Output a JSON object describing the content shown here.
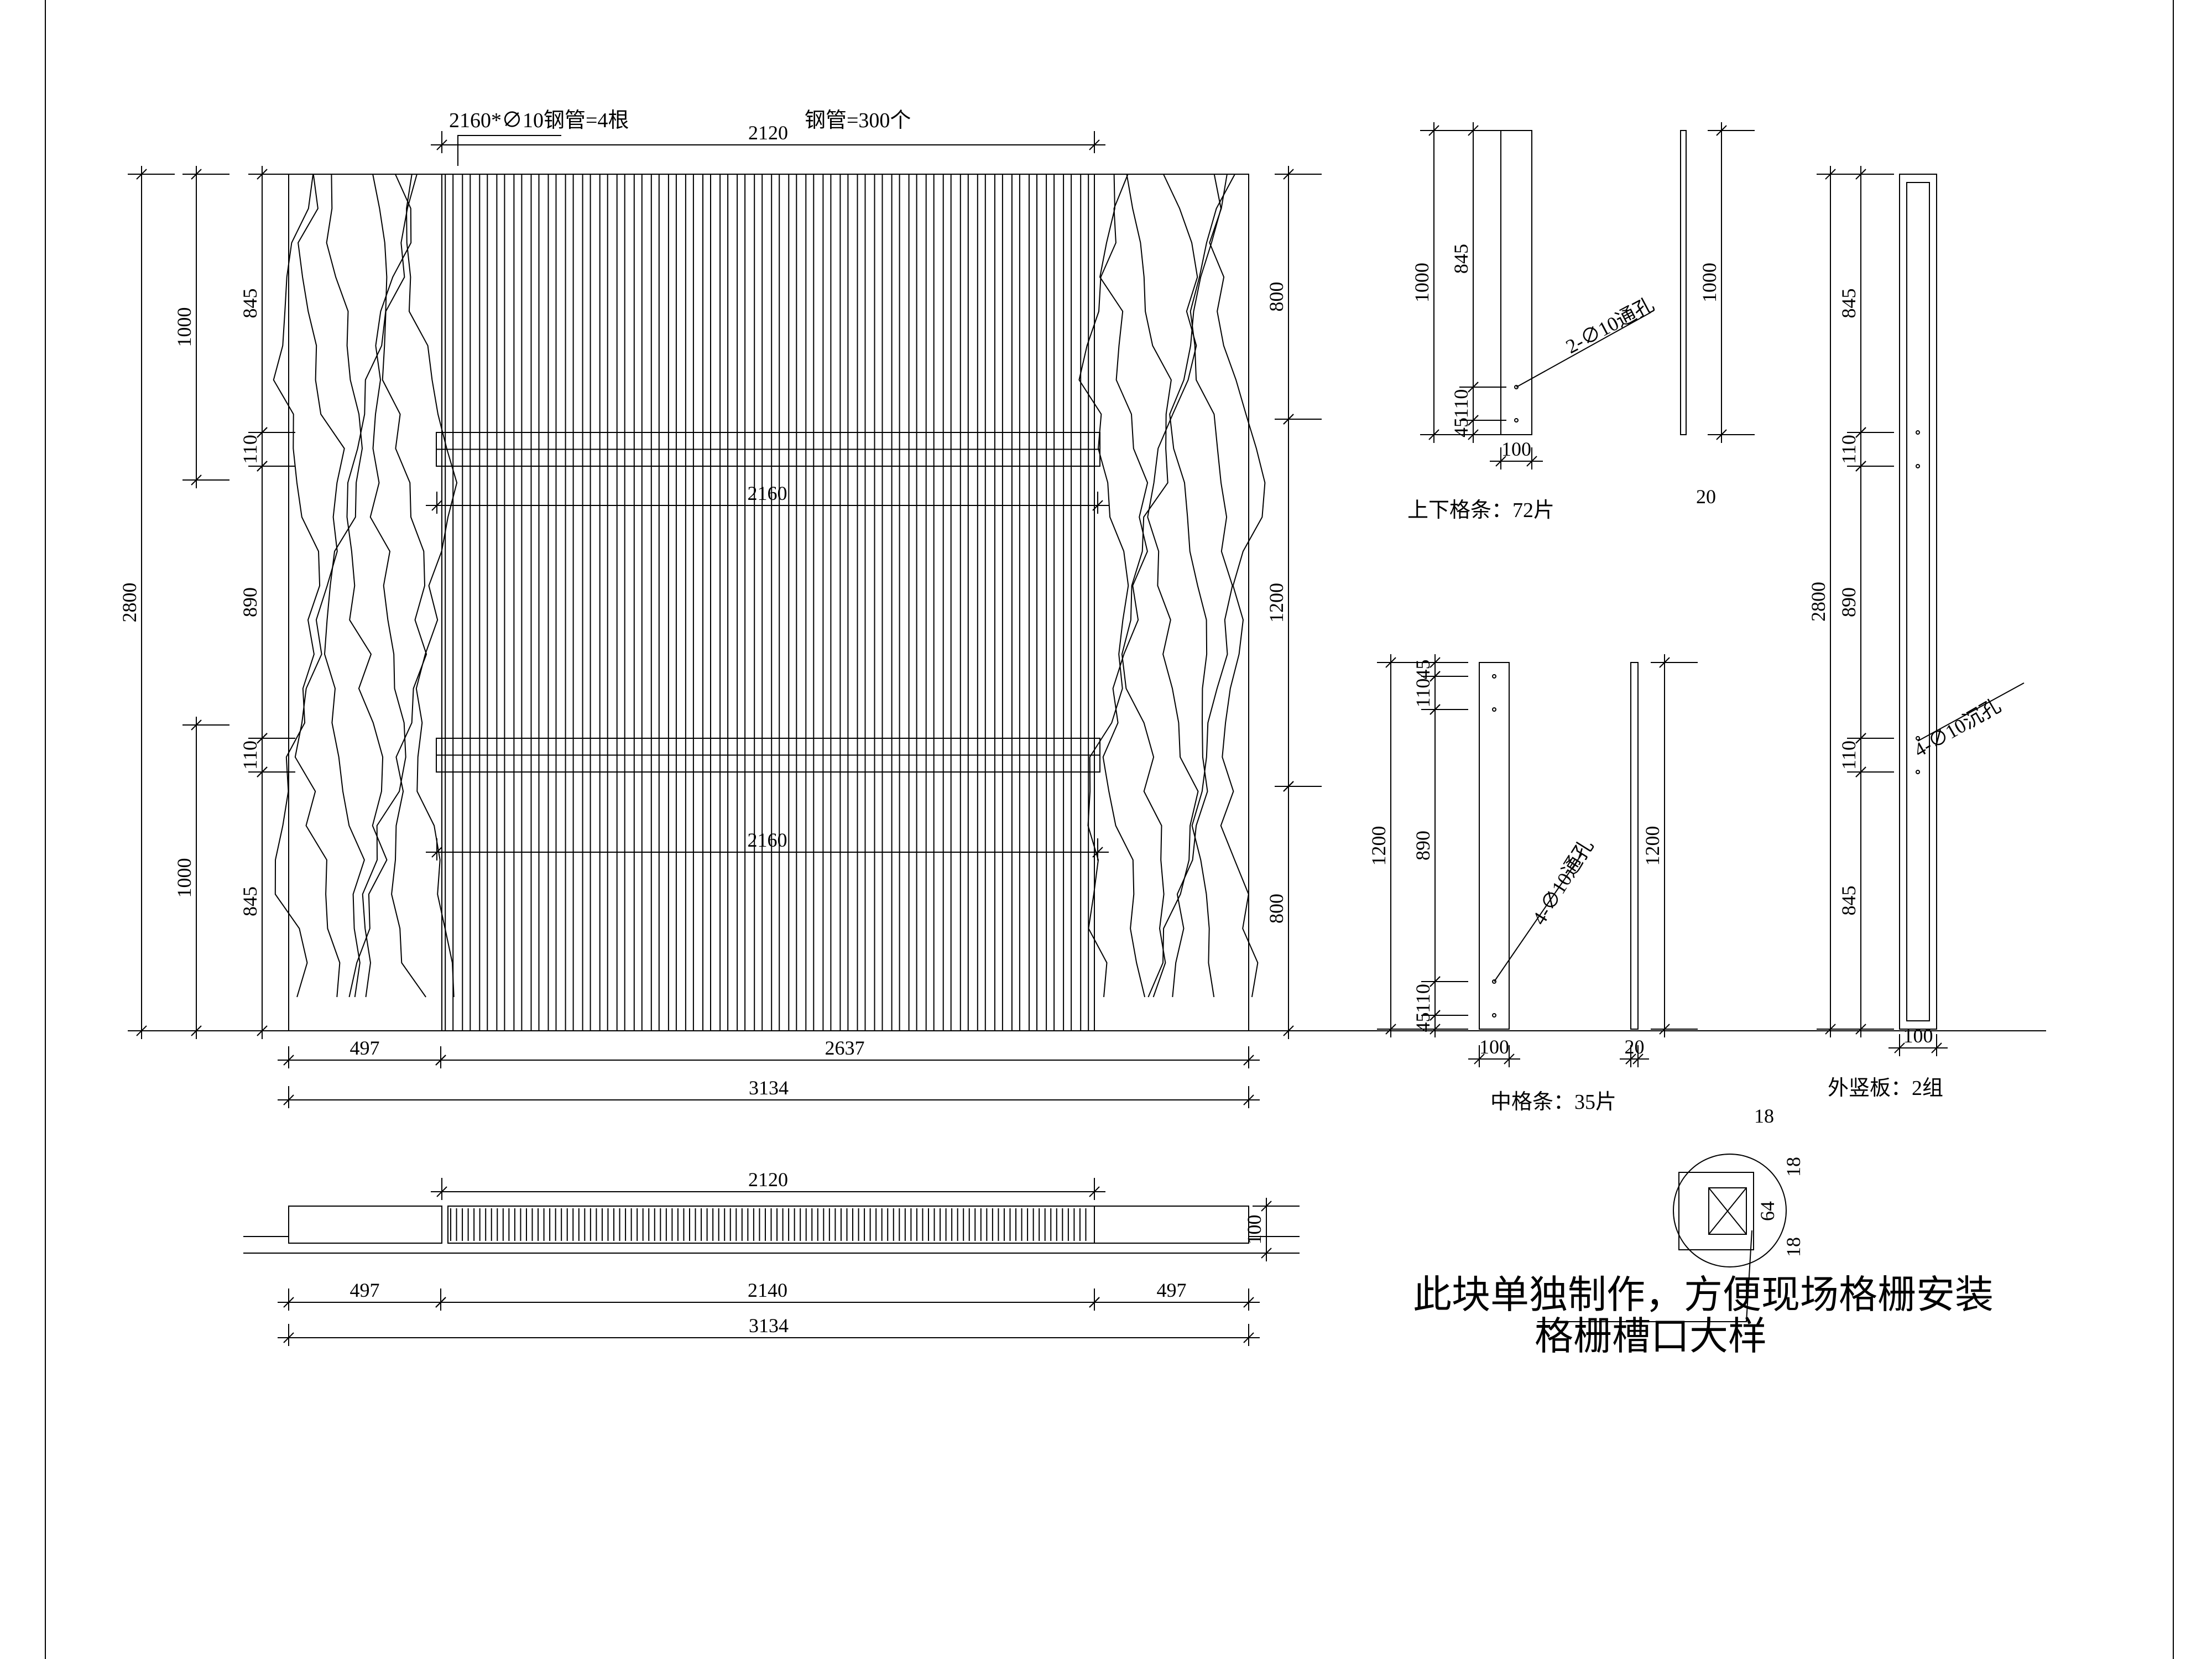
{
  "notes": {
    "pipe_long": "2160*∅10钢管=4根",
    "pipe_count": "钢管=300个",
    "strip_top_bottom": "上下格条：72片",
    "strip_middle": "中格条：35片",
    "outer_panel": "外竖板：2组",
    "hole_2": "2-∅10通孔",
    "hole_4_through": "4-∅10通孔",
    "hole_4_counter": "4-∅10沉孔",
    "separate_make": "此块单独制作，方便现场格栅安装",
    "slot_detail": "格栅槽口大样"
  },
  "elevation": {
    "top_width": "2120",
    "rail_width_1": "2160",
    "rail_width_2": "2160",
    "left_total": "2800",
    "left_upper": "1000",
    "left_lower": "1000",
    "left_segments": [
      "845",
      "110",
      "890",
      "110",
      "845"
    ],
    "right_segments": [
      "800",
      "1200",
      "800"
    ],
    "bottom_left": "497",
    "bottom_mid": "2637",
    "bottom_total": "3134"
  },
  "plan": {
    "top_width": "2120",
    "depth": "100",
    "left": "497",
    "mid": "2140",
    "right": "497",
    "total": "3134"
  },
  "detail_strip_tb": {
    "height": "1000",
    "seg_845": "845",
    "seg_110": "110",
    "seg_45": "45",
    "width": "100",
    "side_height": "1000",
    "thickness": "20"
  },
  "detail_strip_mid": {
    "height": "1200",
    "segments": [
      "45",
      "110",
      "890",
      "110",
      "45"
    ],
    "width": "100",
    "side_height": "1200",
    "thickness": "20"
  },
  "detail_outer": {
    "height": "2800",
    "segments": [
      "845",
      "110",
      "890",
      "110",
      "845"
    ],
    "width": "100"
  },
  "slot_detail": {
    "top": "18",
    "right_top": "18",
    "middle": "64",
    "right_bottom": "18"
  }
}
